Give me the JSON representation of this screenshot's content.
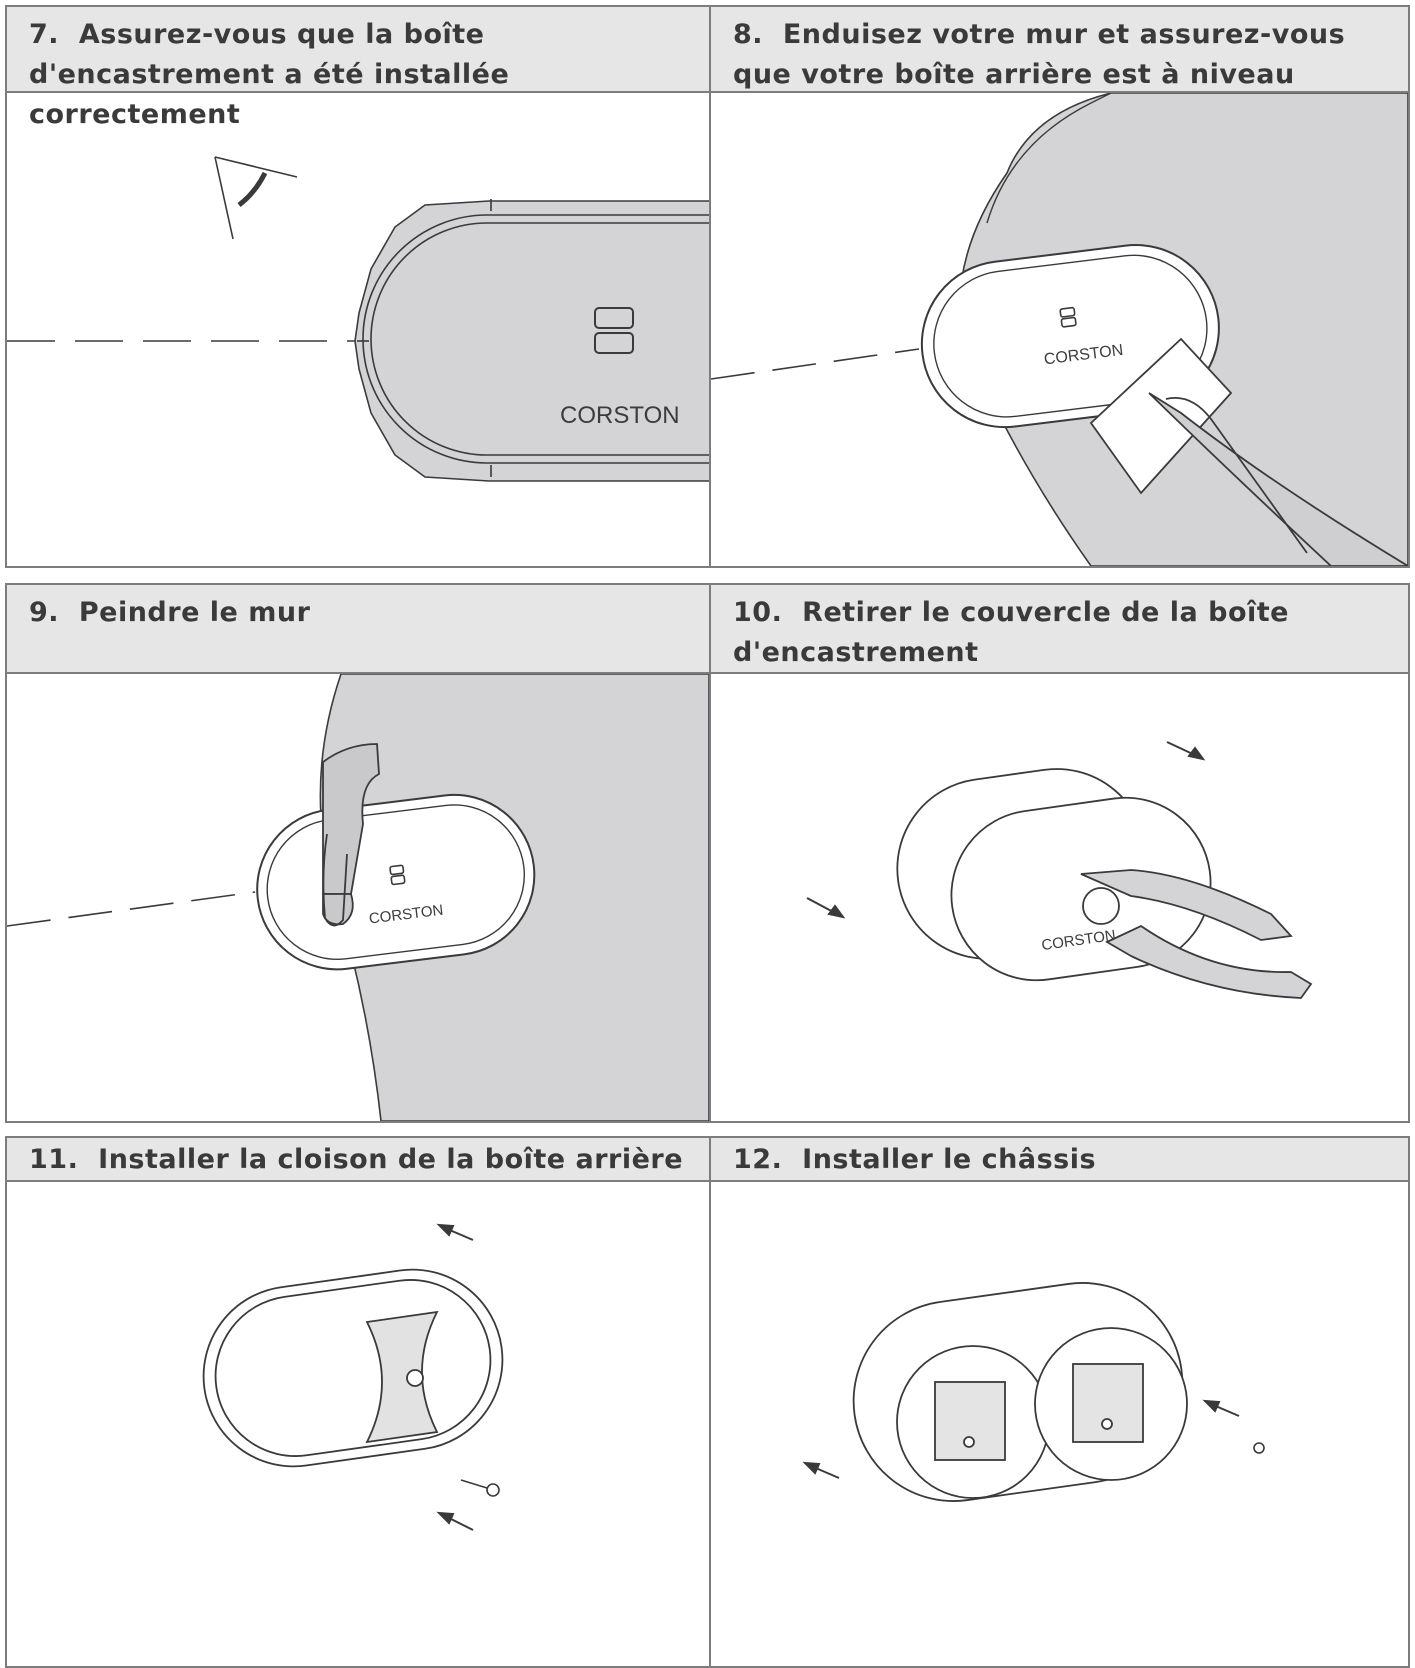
{
  "steps": [
    {
      "number": "7.",
      "title": "Assurez-vous que la boîte d'encastrement a été installée correctement"
    },
    {
      "number": "8.",
      "title": "Enduisez votre mur et assurez-vous que votre boîte arrière est à niveau"
    },
    {
      "number": "9.",
      "title": "Peindre le mur"
    },
    {
      "number": "10.",
      "title": "Retirer le couvercle de la boîte d'encastrement"
    },
    {
      "number": "11.",
      "title": "Installer la cloison de la boîte arrière"
    },
    {
      "number": "12.",
      "title": "Installer le châssis"
    }
  ],
  "brand_label": "CORSTON",
  "colors": {
    "border": "#7d7d7d",
    "header_bg": "#e6e6e6",
    "wall_fill": "#d4d4d6",
    "line": "#3a3a3a"
  }
}
